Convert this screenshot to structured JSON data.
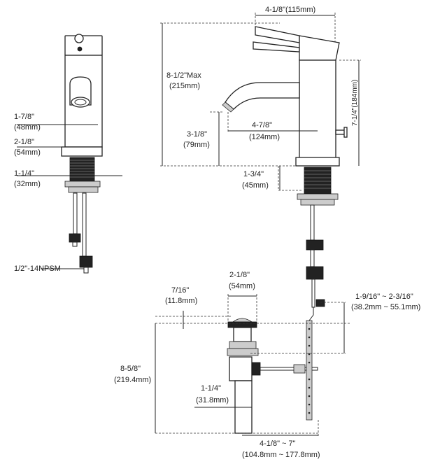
{
  "labels": {
    "front_width": "1-7/8\"",
    "front_width_mm": "(48mm)",
    "front_base": "2-1/8\"",
    "front_base_mm": "(54mm)",
    "front_shank": "1-1/4\"",
    "front_shank_mm": "(32mm)",
    "front_thread": "1/2\"-14NPSM",
    "side_handle": "4-1/8\"(115mm)",
    "side_height_max": "8-1/2\"Max",
    "side_height_max_mm": "(215mm)",
    "side_body_height": "7-1/4\"(184mm)",
    "side_reach": "4-7/8\"",
    "side_reach_mm": "(124mm)",
    "side_spout_height": "3-1/8\"",
    "side_spout_height_mm": "(79mm)",
    "side_shank": "1-3/4\"",
    "side_shank_mm": "(45mm)",
    "drain_cap": "2-1/8\"",
    "drain_cap_mm": "(54mm)",
    "drain_flange": "7/16\"",
    "drain_flange_mm": "(11.8mm)",
    "drain_rod_range": "1-9/16\" ~ 2-3/16\"",
    "drain_rod_range_mm": "(38.2mm ~ 55.1mm)",
    "drain_height": "8-5/8\"",
    "drain_height_mm": "(219.4mm)",
    "drain_tail": "1-1/4\"",
    "drain_tail_mm": "(31.8mm)",
    "drain_offset": "4-1/8\" ~ 7\"",
    "drain_offset_mm": "(104.8mm ~ 177.8mm)"
  }
}
